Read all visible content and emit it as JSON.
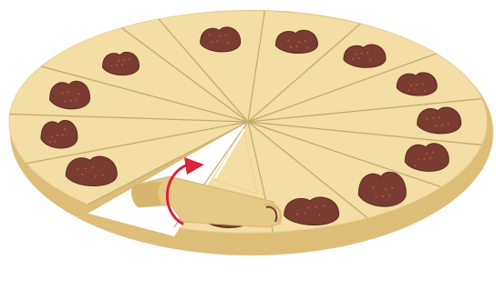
{
  "illustration": {
    "subject": "dough-disc-cut-into-wedges-with-filling-dollops-one-wedge-being-rolled-up",
    "wedge_count": 14,
    "filling_dollop_count": 13,
    "rolled_wedge_count": 1,
    "rotation_arrow_direction": "clockwise"
  },
  "colors": {
    "background": "#ffffff",
    "dough": "#f3dea5",
    "dough_edge": "#ead096",
    "dough_side": "#ddbd77",
    "cut_line": "#c4a870",
    "rolled_dough": "#e6c987",
    "rolled_dough_inside": "#d9b46c",
    "filling": "#7a3b30",
    "filling_dark": "#5e2a22",
    "filling_speck": "#c0554a",
    "arrow": "#d8233c",
    "highlight_line": "#ffffff"
  }
}
